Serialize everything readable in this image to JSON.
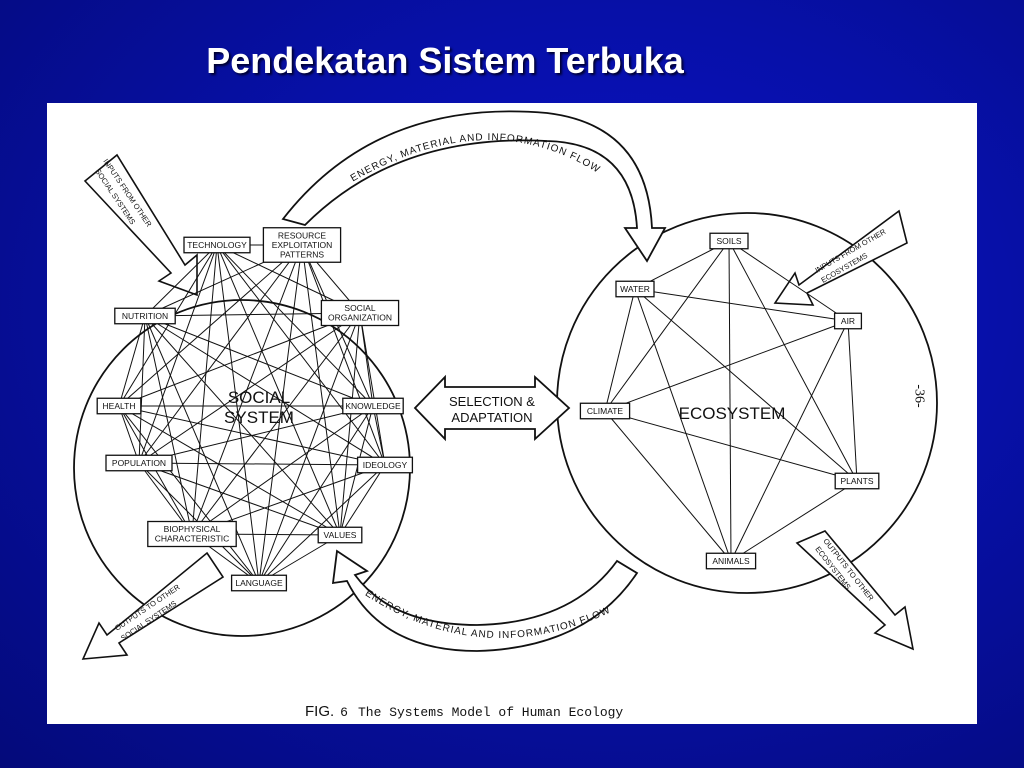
{
  "slide": {
    "title": "Pendekatan Sistem Terbuka"
  },
  "figure": {
    "caption_fig": "FIG.",
    "caption_num": "6",
    "caption_text": "The Systems Model of Human Ecology",
    "page_number": "-36-",
    "social": {
      "center_label_1": "SOCIAL",
      "center_label_2": "SYSTEM",
      "nodes": [
        {
          "id": "technology",
          "lines": [
            "TECHNOLOGY"
          ]
        },
        {
          "id": "resource",
          "lines": [
            "RESOURCE",
            "EXPLOITATION",
            "PATTERNS"
          ]
        },
        {
          "id": "nutrition",
          "lines": [
            "NUTRITION"
          ]
        },
        {
          "id": "social-org",
          "lines": [
            "SOCIAL",
            "ORGANIZATION"
          ]
        },
        {
          "id": "health",
          "lines": [
            "HEALTH"
          ]
        },
        {
          "id": "knowledge",
          "lines": [
            "KNOWLEDGE"
          ]
        },
        {
          "id": "population",
          "lines": [
            "POPULATION"
          ]
        },
        {
          "id": "ideology",
          "lines": [
            "IDEOLOGY"
          ]
        },
        {
          "id": "biophysical",
          "lines": [
            "BIOPHYSICAL",
            "CHARACTERISTIC"
          ]
        },
        {
          "id": "values",
          "lines": [
            "VALUES"
          ]
        },
        {
          "id": "language",
          "lines": [
            "LANGUAGE"
          ]
        }
      ]
    },
    "eco": {
      "center_label": "ECOSYSTEM",
      "nodes": [
        {
          "id": "soils",
          "lines": [
            "SOILS"
          ]
        },
        {
          "id": "water",
          "lines": [
            "WATER"
          ]
        },
        {
          "id": "air",
          "lines": [
            "AIR"
          ]
        },
        {
          "id": "climate",
          "lines": [
            "CLIMATE"
          ]
        },
        {
          "id": "plants",
          "lines": [
            "PLANTS"
          ]
        },
        {
          "id": "animals",
          "lines": [
            "ANIMALS"
          ]
        }
      ]
    },
    "selection_line_1": "SELECTION &",
    "selection_line_2": "ADAPTATION",
    "flow_top": "ENERGY, MATERIAL AND INFORMATION FLOW",
    "flow_bottom": "ENERGY, MATERIAL AND INFORMATION FLOW",
    "inputs_social_1": "INPUTS FROM OTHER",
    "inputs_social_2": "SOCIAL SYSTEMS",
    "inputs_eco_1": "INPUTS FROM OTHER",
    "inputs_eco_2": "ECOSYSTEMS",
    "outputs_social_1": "OUTPUTS TO OTHER",
    "outputs_social_2": "SOCIAL SYSTEMS",
    "outputs_eco_1": "OUTPUTS TO OTHER",
    "outputs_eco_2": "ECOSYSTEMS"
  }
}
